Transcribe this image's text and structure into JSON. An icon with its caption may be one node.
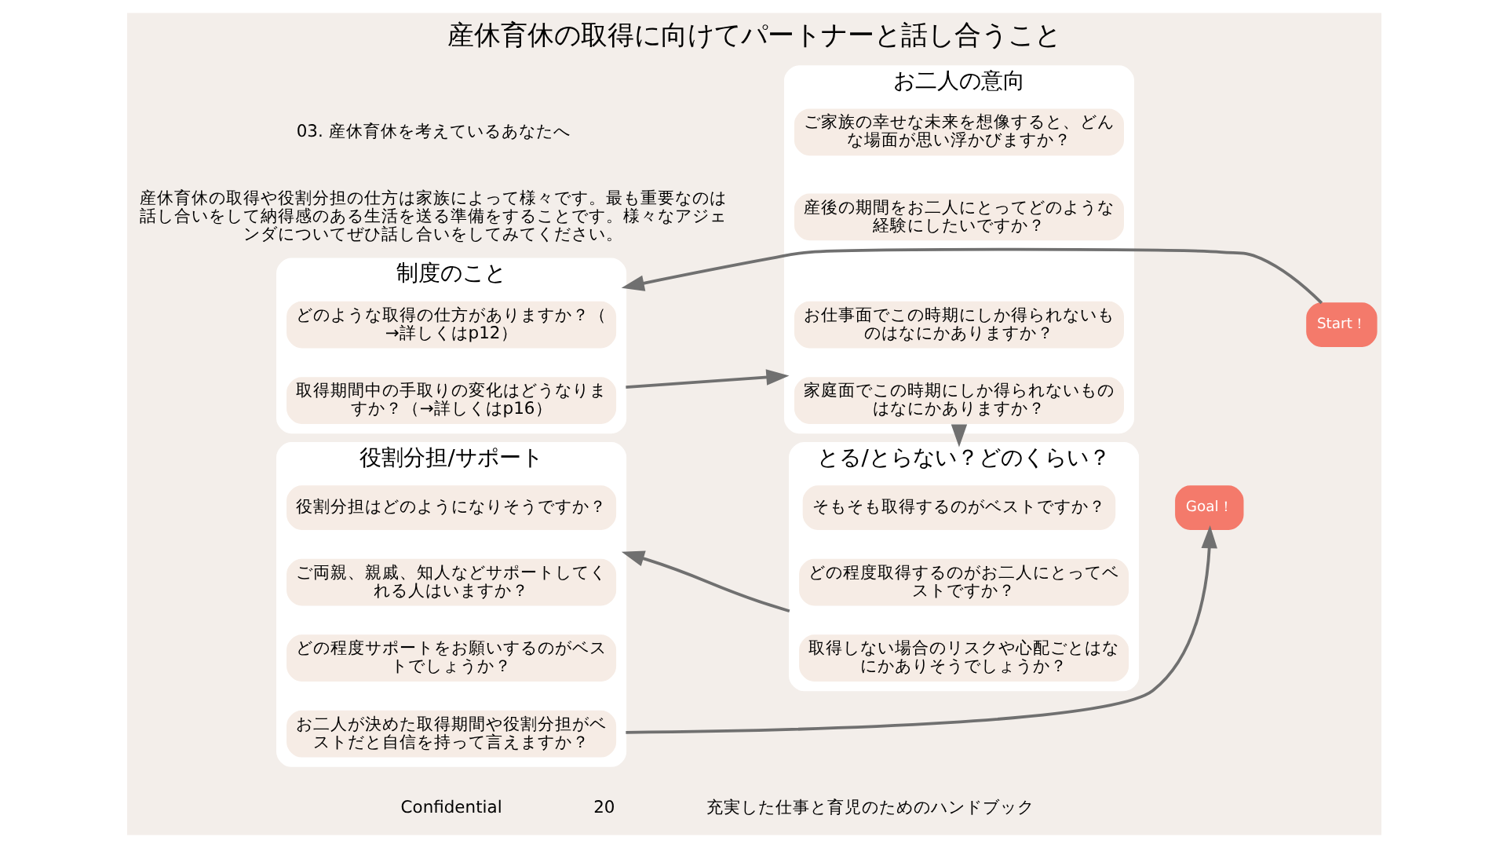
{
  "diagram": {
    "title": "産休育休の取得に向けてパートナーと話し合うこと",
    "nodes": [
      {
        "text": [
          "Start！"
        ]
      },
      {
        "text": [
          "制度のこと"
        ]
      },
      {
        "text": [
          "どのような取得の仕方がありますか？（→詳しくはp12）"
        ],
        "in": 1
      },
      {
        "text": [
          "取得期間中の手取りの変化はどうなりますか？（→詳しくはp16）"
        ],
        "in": 1
      },
      {
        "text": [
          "お二人の意向"
        ]
      },
      {
        "text": [
          "ご家族の幸せな未来を想像すると、どんな場面が思い浮かびますか？"
        ],
        "in": 4
      },
      {
        "text": [
          "産後の期間をお二人にとってどのような経験にしたいですか？"
        ],
        "in": 4
      },
      {
        "text": [
          "お仕事面でこの時期にしか得られないものはなにかありますか？"
        ],
        "in": 4
      },
      {
        "text": [
          "家庭面でこの時期にしか得られないものはなにかありますか？"
        ],
        "in": 4
      },
      {
        "text": [
          "とる/とらない？どのくらい？"
        ]
      },
      {
        "text": [
          "そもそも取得するのがベストですか？"
        ],
        "in": 9
      },
      {
        "text": [
          "どの程度取得するのがお二人にとってベストですか？"
        ],
        "in": 9
      },
      {
        "text": [
          "取得しない場合のリスクや心配ごとはなにかありそうでしょうか？"
        ],
        "in": 9
      },
      {
        "text": [
          "役割分担/サポート"
        ]
      },
      {
        "text": [
          "役割分担はどのようになりそうですか？"
        ],
        "in": 13
      },
      {
        "text": [
          "ご両親、親戚、知人などサポートしてくれる人はいますか？"
        ],
        "in": 13
      },
      {
        "text": [
          "どの程度サポートをお願いするのがベストでしょうか？"
        ],
        "in": 13
      },
      {
        "text": [
          "お二人が決めた取得期間や役割分担がベストだと自信を持って言えますか？"
        ],
        "in": 13
      },
      {
        "text": [
          "Goal！"
        ]
      }
    ],
    "edges": [
      {
        "from": 0,
        "to": 1,
        "arrow": "to"
      },
      {
        "from": 1,
        "to": 4,
        "arrow": "to"
      },
      {
        "from": 4,
        "to": 9,
        "arrow": "to"
      },
      {
        "from": 9,
        "to": 13,
        "arrow": "to"
      },
      {
        "from": 13,
        "to": 18,
        "arrow": "to"
      }
    ],
    "labels": [
      "03. 産休育休を考えているあなたへ",
      "産休育休の取得や役割分担の仕方は家族によって様々です。最も重要なのは話し合いをして納得感のある生活を送る準備をすることです。様々なアジェンダについてぜひ話し合いをしてみてください。",
      "Confidential",
      "20",
      "充実した仕事と育児のためのハンドブック"
    ]
  }
}
